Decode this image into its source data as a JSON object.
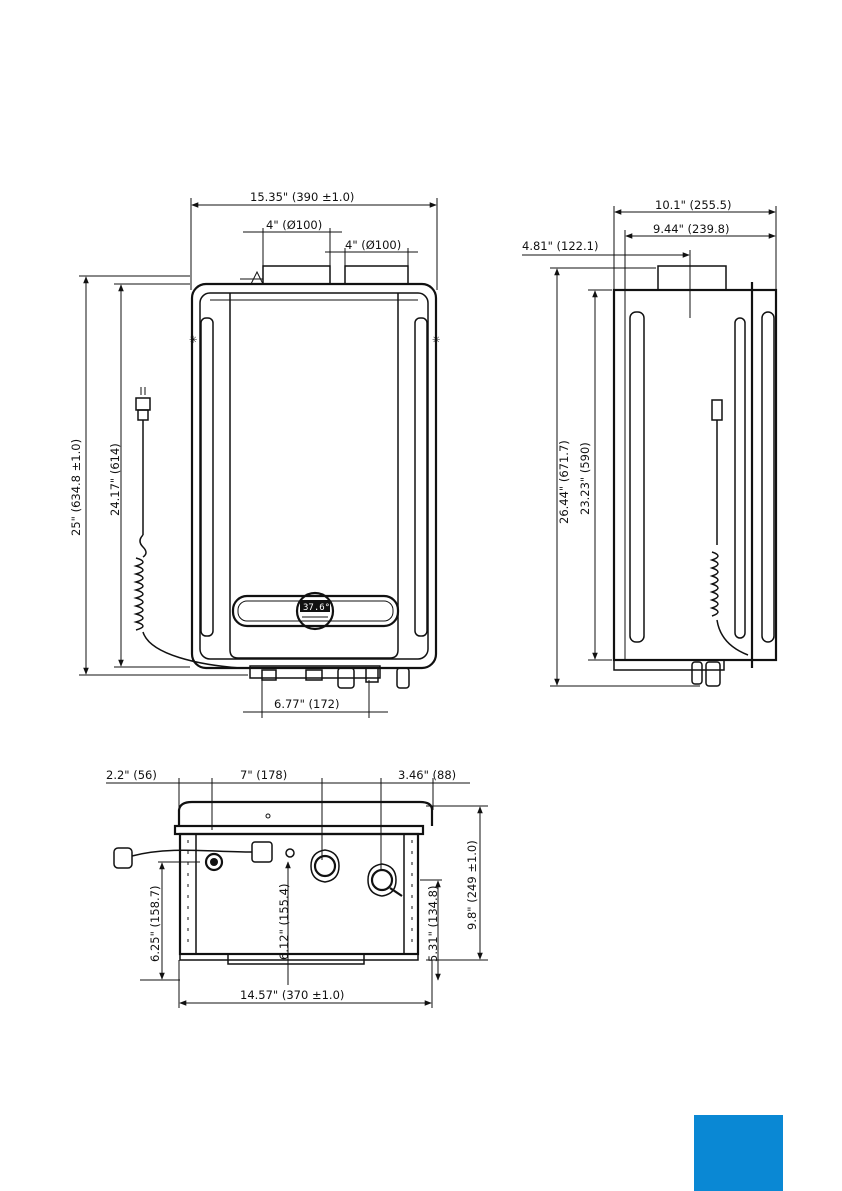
{
  "front_view": {
    "overall_width": "15.35\" (390 ±1.0)",
    "vent_1": "4\" (Ø100)",
    "vent_2": "4\" (Ø100)",
    "overall_height": "25\" (634.8 ±1.0)",
    "body_height": "24.17\" (614)",
    "bottom_span": "6.77\" (172)",
    "display_text": "37.6°"
  },
  "side_view": {
    "overall_depth": "10.1\" (255.5)",
    "body_depth": "9.44\" (239.8)",
    "vent_offset": "4.81\" (122.1)",
    "overall_height": "26.44\" (671.7)",
    "body_height": "23.23\" (590)"
  },
  "bottom_view": {
    "left_offset": "2.2\" (56)",
    "center_span": "7\" (178)",
    "right_offset": "3.46\" (88)",
    "depth": "9.8\" (249 ±1.0)",
    "height_left": "6.25\" (158.7)",
    "height_mid": "6.12\" (155.4)",
    "height_right": "5.31\" (134.8)",
    "width": "14.57\" (370 ±1.0)"
  },
  "accent_color": "#0a88d4"
}
